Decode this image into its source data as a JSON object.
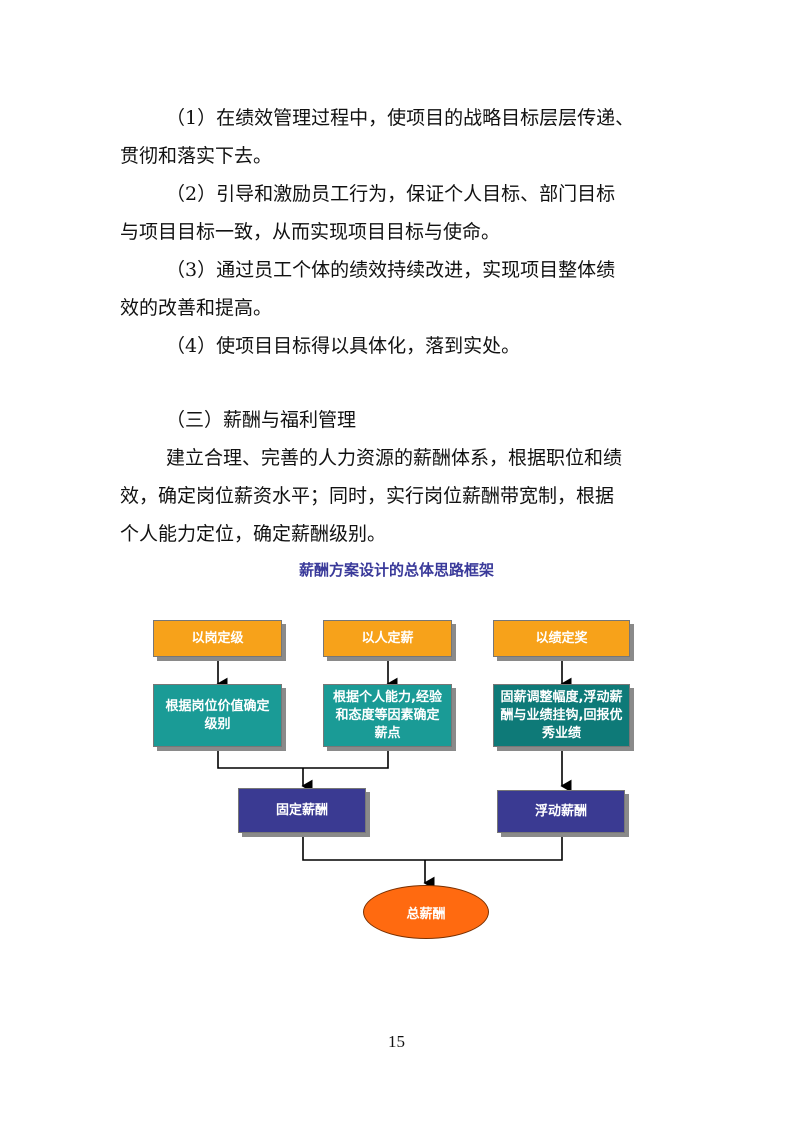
{
  "body": {
    "p1_line1": "（1）在绩效管理过程中，使项目的战略目标层层传递、",
    "p1_line2": "贯彻和落实下去。",
    "p2_line1": "（2）引导和激励员工行为，保证个人目标、部门目标",
    "p2_line2": "与项目目标一致，从而实现项目目标与使命。",
    "p3_line1": "（3）通过员工个体的绩效持续改进，实现项目整体绩",
    "p3_line2": "效的改善和提高。",
    "p4_line1": "（4）使项目目标得以具体化，落到实处。",
    "section_heading": "（三）薪酬与福利管理",
    "p5_line1": "建立合理、完善的人力资源的薪酬体系，根据职位和绩",
    "p5_line2": "效，确定岗位薪资水平；同时，实行岗位薪酬带宽制，根据",
    "p5_line3": "个人能力定位，确定薪酬级别。"
  },
  "diagram": {
    "title": "薪酬方案设计的总体思路框架",
    "top_boxes": [
      "以岗定级",
      "以人定薪",
      "以绩定奖"
    ],
    "mid_boxes": [
      "根据岗位价值确定级别",
      "根据个人能力,经验和态度等因素确定薪点",
      "固薪调整幅度,浮动薪酬与业绩挂钩,回报优秀业绩"
    ],
    "fixed_pay": "固定薪酬",
    "floating_pay": "浮动薪酬",
    "total_pay": "总薪酬",
    "colors": {
      "orange": "#f7a21a",
      "teal": "#1a9b96",
      "navy": "#3a3a92",
      "ellipse": "#ff6a10"
    }
  },
  "page_number": "15"
}
